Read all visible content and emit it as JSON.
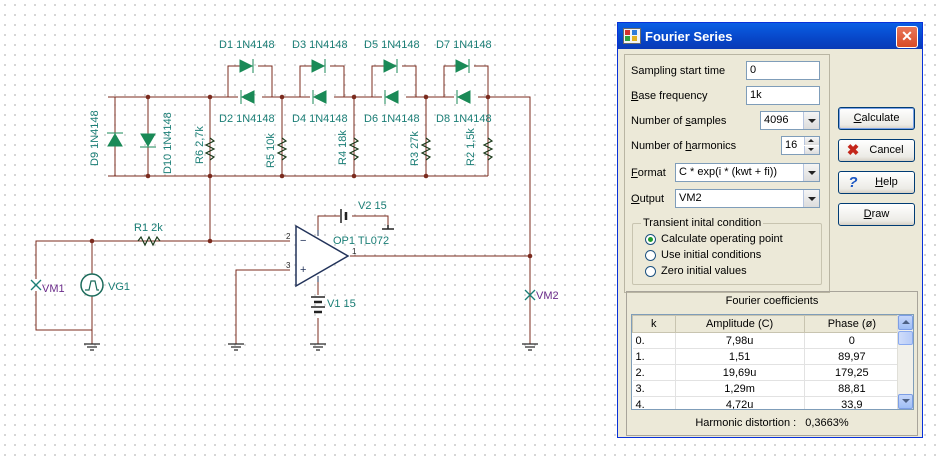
{
  "schematic": {
    "diodes_top": [
      "D1 1N4148",
      "D3 1N4148",
      "D5 1N4148",
      "D7 1N4148"
    ],
    "diodes_bottom": [
      "D2 1N4148",
      "D4 1N4148",
      "D6 1N4148",
      "D8 1N4148"
    ],
    "diode_d9": "D9 1N4148",
    "diode_d10": "D10 1N4148",
    "resistors": [
      "R6 2,7k",
      "R5 10k",
      "R4 18k",
      "R3 27k",
      "R2 1,5k"
    ],
    "r1": "R1 2k",
    "opamp": "OP1 TL072",
    "v2": "V2 15",
    "v1": "V1 15",
    "vg1": "VG1",
    "vm1": "VM1",
    "vm2": "VM2",
    "pin2": "2",
    "pin3": "3",
    "pin1": "1"
  },
  "dialog": {
    "title": "Fourier Series",
    "close_glyph": "✕",
    "sampling_start_label": "Sampling start time",
    "sampling_start_value": "0",
    "base_frequency_label": "Base frequency",
    "base_frequency_value": "1k",
    "num_samples_label": "Number of samples",
    "num_samples_value": "4096",
    "num_harmonics_label": "Number of harmonics",
    "num_harmonics_value": "16",
    "format_label": "Format",
    "format_value": "C * exp(i * (kwt + fi))",
    "output_label": "Output",
    "output_value": "VM2",
    "transient_group_label": "Transient inital condition",
    "radio_options": [
      "Calculate operating point",
      "Use initial conditions",
      "Zero initial values"
    ],
    "selected_radio": 0,
    "buttons": {
      "calculate": "Calculate",
      "cancel": "Cancel",
      "help": "Help",
      "draw": "Draw"
    },
    "icons": {
      "cancel": "red-x-icon",
      "help": "blue-question-icon"
    },
    "coefficients_title": "Fourier coefficients",
    "table_headers": [
      "k",
      "Amplitude (C)",
      "Phase (ø)"
    ],
    "table_rows": [
      [
        "0.",
        "7,98u",
        "0"
      ],
      [
        "1.",
        "1,51",
        "89,97"
      ],
      [
        "2.",
        "19,69u",
        "179,25"
      ],
      [
        "3.",
        "1,29m",
        "88,81"
      ],
      [
        "4.",
        "4,72u",
        "33,9"
      ]
    ],
    "harmonic_distortion_label": "Harmonic distortion :",
    "harmonic_distortion_value": "0,3663%"
  }
}
